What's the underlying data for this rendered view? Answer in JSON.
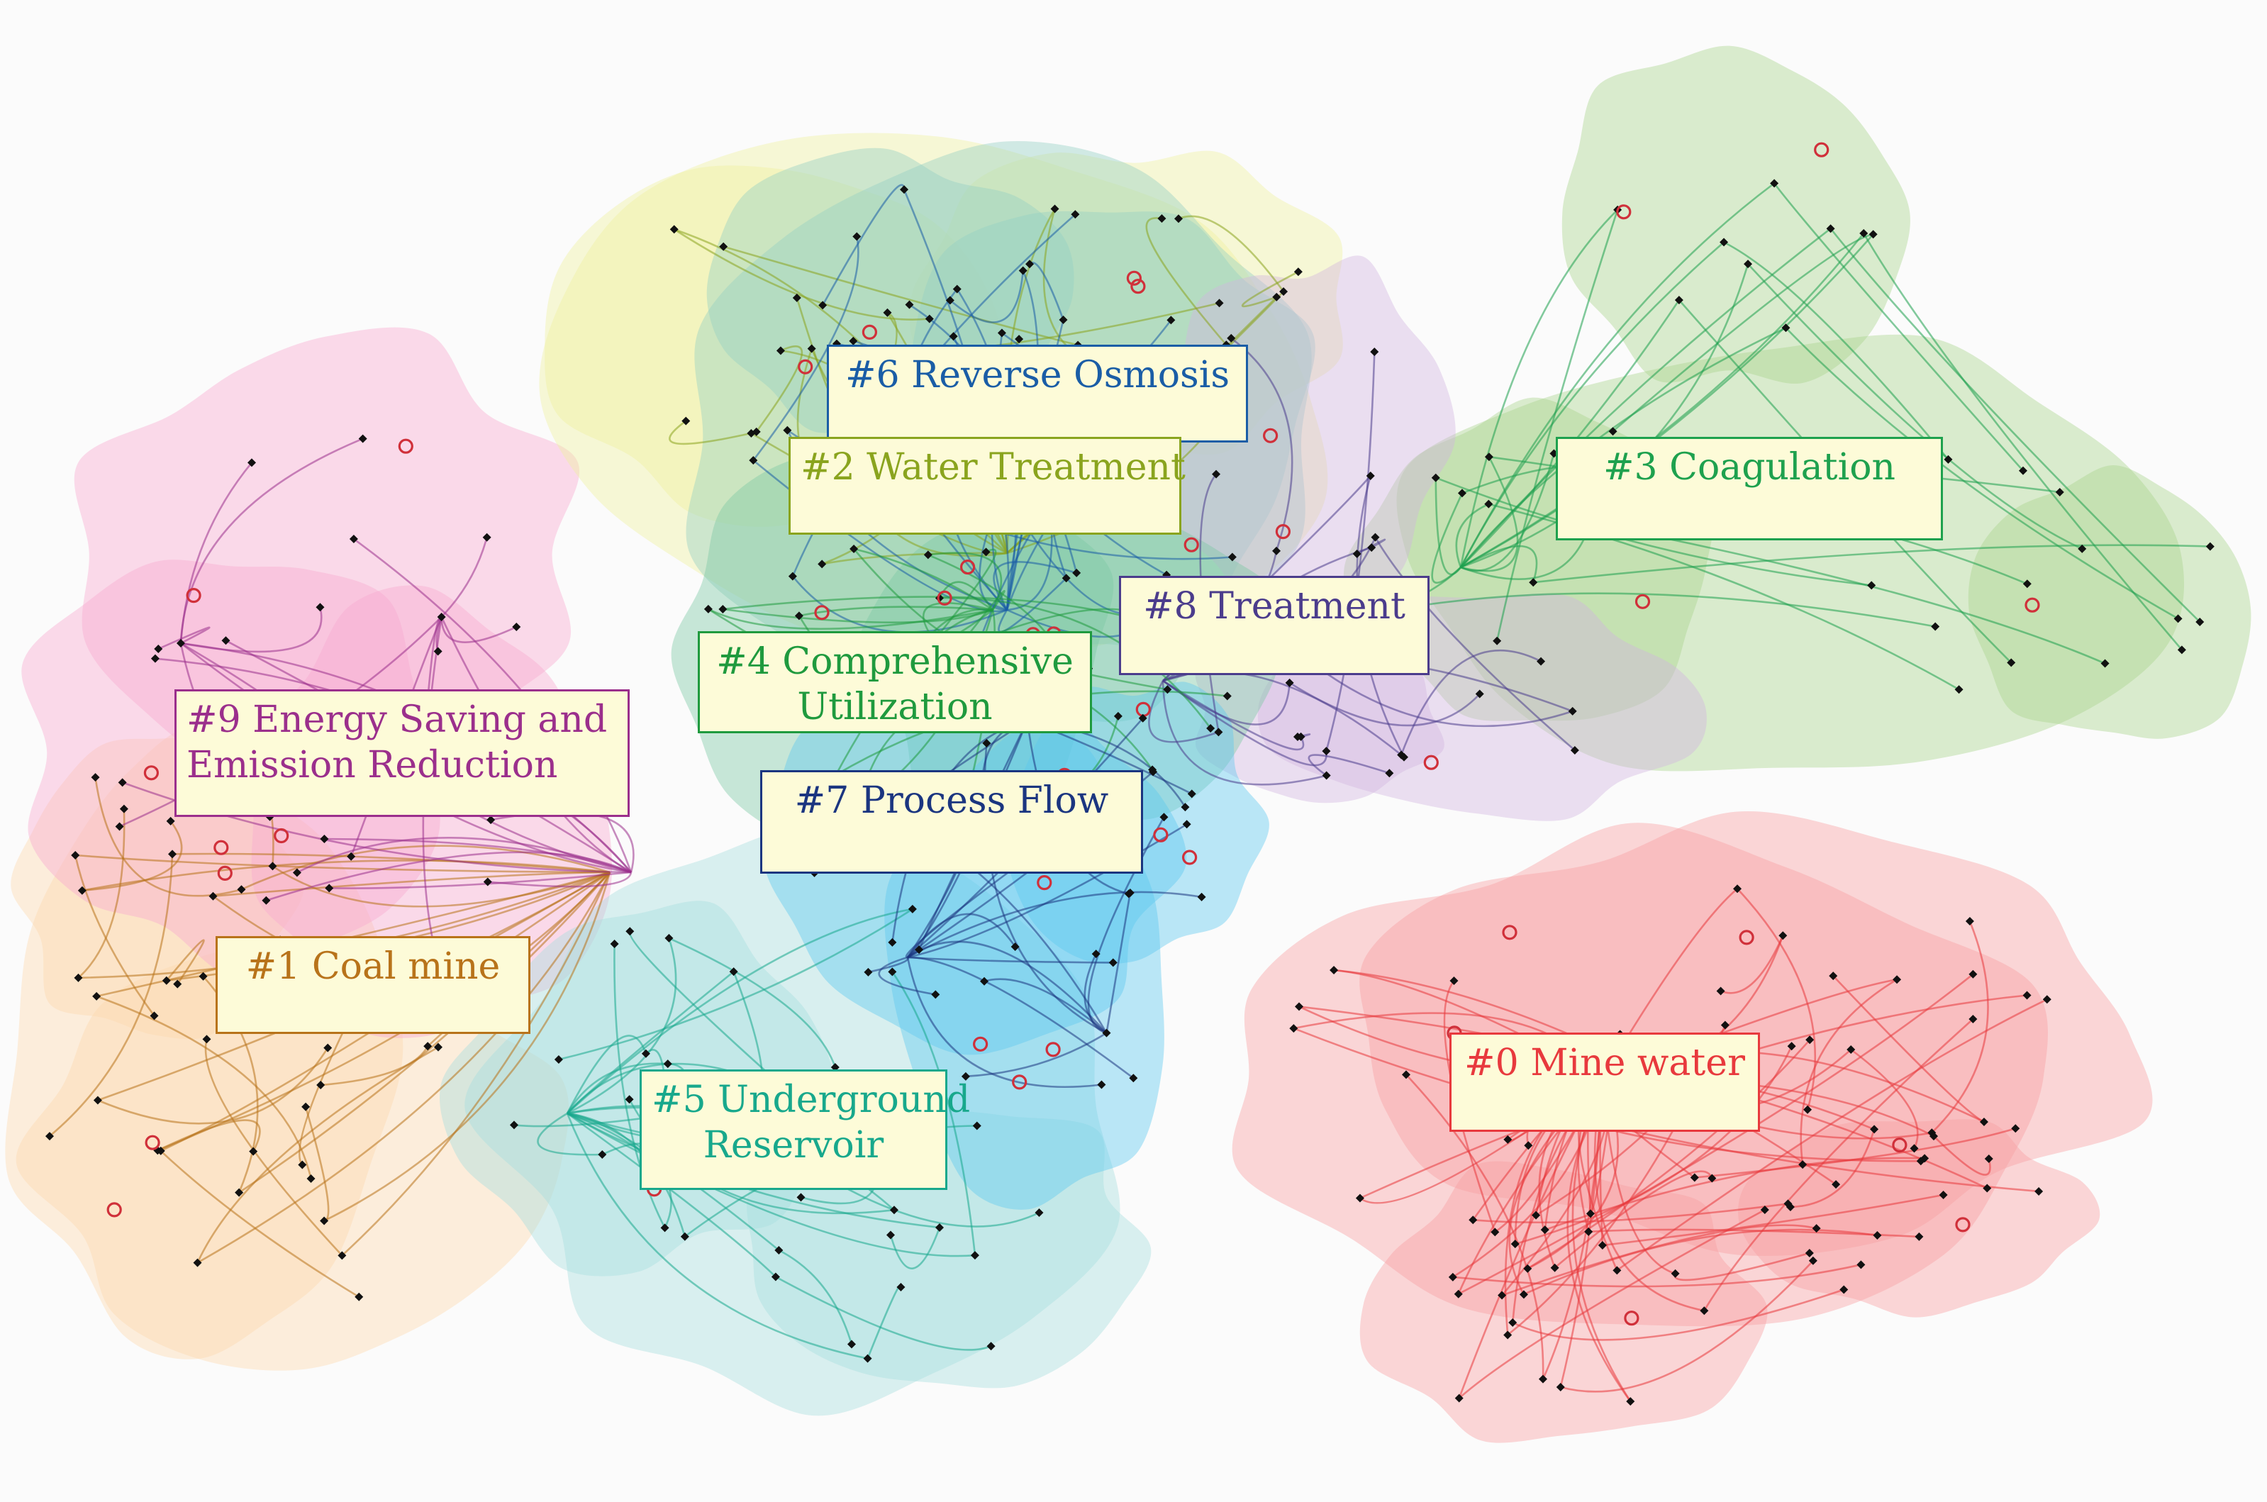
{
  "clusters": [
    {
      "id": "c0",
      "lines": [
        "#0 Mine water"
      ],
      "color": "#e8393d",
      "fill": "#f7a0a3"
    },
    {
      "id": "c1",
      "lines": [
        "#1 Coal mine"
      ],
      "color": "#b8731a",
      "fill": "#fcd9ad"
    },
    {
      "id": "c2",
      "lines": [
        "#2 Water Treatment"
      ],
      "color": "#8aa41e",
      "fill": "#eef0a0"
    },
    {
      "id": "c3",
      "lines": [
        "#3 Coagulation"
      ],
      "color": "#1ea14e",
      "fill": "#a9d38c"
    },
    {
      "id": "c4",
      "lines": [
        "#4 Comprehensive",
        "Utilization"
      ],
      "color": "#1f9a3e",
      "fill": "#7cc9a4"
    },
    {
      "id": "c5",
      "lines": [
        "#5 Underground",
        "Reservoir"
      ],
      "color": "#18a88c",
      "fill": "#a6dedd"
    },
    {
      "id": "c6",
      "lines": [
        "#6 Reverse Osmosis"
      ],
      "color": "#1a5da6",
      "fill": "#93cfc4"
    },
    {
      "id": "c7",
      "lines": [
        "#7 Process Flow"
      ],
      "color": "#1b3580",
      "fill": "#5ec7ee"
    },
    {
      "id": "c8",
      "lines": [
        "#8 Treatment"
      ],
      "color": "#4b3c8c",
      "fill": "#d2b4df"
    },
    {
      "id": "c9",
      "lines": [
        "#9 Energy Saving and",
        "Emission Reduction"
      ],
      "color": "#9b2f8c",
      "fill": "#f7a9d0"
    }
  ]
}
